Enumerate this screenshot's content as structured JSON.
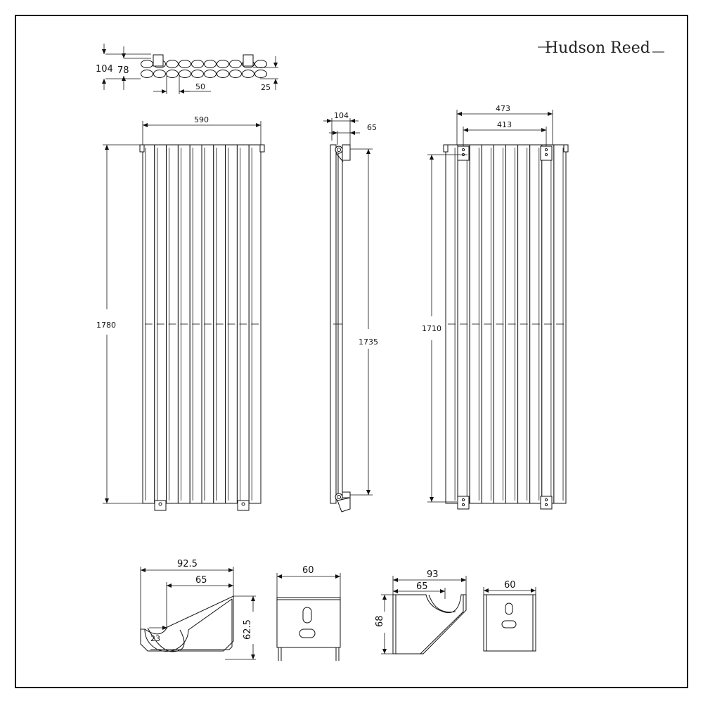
{
  "brand": {
    "name": "Hudson Reed"
  },
  "top_view": {
    "dim_depth": "104",
    "dim_inner": "78",
    "dim_spacing": "50",
    "dim_offset": "25",
    "tube_count": 10
  },
  "front_view": {
    "dim_width": "590",
    "dim_height": "1780",
    "column_count": 10
  },
  "side_view": {
    "dim_depth": "104",
    "dim_wall": "65",
    "dim_height": "1735"
  },
  "rear_view": {
    "dim_outer": "473",
    "dim_inner": "413",
    "dim_height": "1710",
    "column_count": 10
  },
  "bracket_a": {
    "dim_width": "92.5",
    "dim_depth": "65",
    "dim_height": "62.5",
    "dim_radius": "23"
  },
  "plate_a": {
    "dim_width": "60"
  },
  "bracket_b": {
    "dim_width": "93",
    "dim_depth": "65",
    "dim_height": "68"
  },
  "plate_b": {
    "dim_width": "60"
  }
}
